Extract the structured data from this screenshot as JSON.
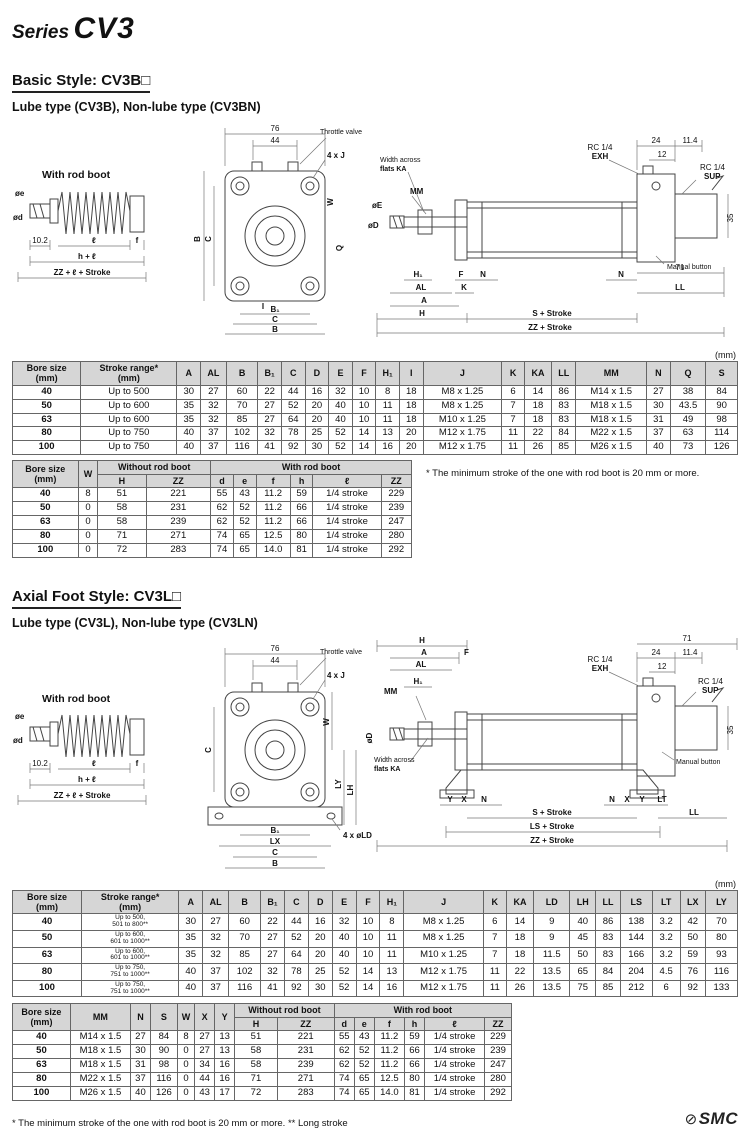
{
  "page": {
    "title_series": "Series",
    "title_model": "CV3",
    "unit_note": "(mm)",
    "rod_boot_note": "* The minimum stroke of the one with rod boot is 20 mm or more.",
    "bottom_note": "* The minimum stroke of the one with rod boot is 20 mm or more.  ** Long stroke",
    "logo_text": "SMC"
  },
  "basic": {
    "heading": "Basic Style: CV3B□",
    "subheading": "Lube type (CV3B), Non-lube type (CV3BN)",
    "drawing": {
      "with_rod_boot": "With rod boot",
      "oe": "øe",
      "od": "ød",
      "d102": "10.2",
      "l": "ℓ",
      "f": "f",
      "h_l": "h + ℓ",
      "zz_l_stroke": "ZZ + ℓ + Stroke",
      "d76": "76",
      "d44": "44",
      "throttle": "Throttle valve",
      "fourxj": "4 x J",
      "B": "B",
      "C": "C",
      "B1": "B₁",
      "C2": "C",
      "B2": "B",
      "W": "W",
      "Q": "Q",
      "I": "I",
      "waf1": "Width across",
      "waf2": "flats KA",
      "MM": "MM",
      "oE": "øE",
      "oD": "øD",
      "rc_exh1": "RC 1/4",
      "rc_exh2": "EXH",
      "rc_sup1": "RC 1/4",
      "rc_sup2": "SUP",
      "d24": "24",
      "d114": "11.4",
      "d12": "12",
      "d35": "35",
      "d71": "71",
      "manual": "Manual button",
      "H1": "H₁",
      "AL": "AL",
      "A": "A",
      "F": "F",
      "N": "N",
      "K": "K",
      "H": "H",
      "s_stroke": "S + Stroke",
      "N2": "N",
      "LL": "LL",
      "zz_stroke": "ZZ + Stroke"
    },
    "table1": {
      "header_rows": [
        [
          {
            "t": "Bore size\n(mm)"
          },
          {
            "t": "Stroke range*\n(mm)"
          },
          {
            "t": "A"
          },
          {
            "t": "AL"
          },
          {
            "t": "B"
          },
          {
            "t": "B₁"
          },
          {
            "t": "C"
          },
          {
            "t": "D"
          },
          {
            "t": "E"
          },
          {
            "t": "F"
          },
          {
            "t": "H₁"
          },
          {
            "t": "I"
          },
          {
            "t": "J"
          },
          {
            "t": "K"
          },
          {
            "t": "KA"
          },
          {
            "t": "LL"
          },
          {
            "t": "MM"
          },
          {
            "t": "N"
          },
          {
            "t": "Q"
          },
          {
            "t": "S"
          }
        ]
      ],
      "rows": [
        [
          "40",
          "Up to 500",
          "30",
          "27",
          "60",
          "22",
          "44",
          "16",
          "32",
          "10",
          "8",
          "18",
          "M8 x 1.25",
          "6",
          "14",
          "86",
          "M14 x 1.5",
          "27",
          "38",
          "84"
        ],
        [
          "50",
          "Up to 600",
          "35",
          "32",
          "70",
          "27",
          "52",
          "20",
          "40",
          "10",
          "11",
          "18",
          "M8 x 1.25",
          "7",
          "18",
          "83",
          "M18 x 1.5",
          "30",
          "43.5",
          "90"
        ],
        [
          "63",
          "Up to 600",
          "35",
          "32",
          "85",
          "27",
          "64",
          "20",
          "40",
          "10",
          "11",
          "18",
          "M10 x 1.25",
          "7",
          "18",
          "83",
          "M18 x 1.5",
          "31",
          "49",
          "98"
        ],
        [
          "80",
          "Up to 750",
          "40",
          "37",
          "102",
          "32",
          "78",
          "25",
          "52",
          "14",
          "13",
          "20",
          "M12 x 1.75",
          "11",
          "22",
          "84",
          "M22 x 1.5",
          "37",
          "63",
          "114"
        ],
        [
          "100",
          "Up to 750",
          "40",
          "37",
          "116",
          "41",
          "92",
          "30",
          "52",
          "14",
          "16",
          "20",
          "M12 x 1.75",
          "11",
          "26",
          "85",
          "M26 x 1.5",
          "40",
          "73",
          "126"
        ]
      ]
    },
    "table2": {
      "header_rows": [
        [
          {
            "t": "Bore size\n(mm)",
            "rs": 2
          },
          {
            "t": "W",
            "rs": 2
          },
          {
            "t": "Without rod boot",
            "cs": 2
          },
          {
            "t": "With rod boot",
            "cs": 6
          }
        ],
        [
          {
            "t": "H"
          },
          {
            "t": "ZZ"
          },
          {
            "t": "d"
          },
          {
            "t": "e"
          },
          {
            "t": "f"
          },
          {
            "t": "h"
          },
          {
            "t": "ℓ"
          },
          {
            "t": "ZZ"
          }
        ]
      ],
      "rows": [
        [
          "40",
          "8",
          "51",
          "221",
          "55",
          "43",
          "11.2",
          "59",
          "1/4 stroke",
          "229"
        ],
        [
          "50",
          "0",
          "58",
          "231",
          "62",
          "52",
          "11.2",
          "66",
          "1/4 stroke",
          "239"
        ],
        [
          "63",
          "0",
          "58",
          "239",
          "62",
          "52",
          "11.2",
          "66",
          "1/4 stroke",
          "247"
        ],
        [
          "80",
          "0",
          "71",
          "271",
          "74",
          "65",
          "12.5",
          "80",
          "1/4 stroke",
          "280"
        ],
        [
          "100",
          "0",
          "72",
          "283",
          "74",
          "65",
          "14.0",
          "81",
          "1/4 stroke",
          "292"
        ]
      ]
    }
  },
  "foot": {
    "heading": "Axial Foot Style: CV3L□",
    "subheading": "Lube type (CV3L), Non-lube type (CV3LN)",
    "drawing": {
      "with_rod_boot": "With rod boot",
      "oe": "øe",
      "od": "ød",
      "d102": "10.2",
      "l": "ℓ",
      "f": "f",
      "h_l": "h + ℓ",
      "zz_l_stroke": "ZZ + ℓ + Stroke",
      "d76": "76",
      "d44": "44",
      "throttle": "Throttle valve",
      "fourxj": "4 x J",
      "C": "C",
      "W": "W",
      "LY": "LY",
      "LH": "LH",
      "B1": "B₁",
      "LX": "LX",
      "C2": "C",
      "B": "B",
      "four_old": "4 x øLD",
      "H": "H",
      "A": "A",
      "AL": "AL",
      "F": "F",
      "MM": "MM",
      "H1": "H₁",
      "oD": "øD",
      "waf1": "Width across",
      "waf2": "flats KA",
      "rc_exh1": "RC 1/4",
      "rc_exh2": "EXH",
      "rc_sup1": "RC 1/4",
      "rc_sup2": "SUP",
      "d24": "24",
      "d114": "11.4",
      "d12": "12",
      "d71": "71",
      "d35": "35",
      "manual": "Manual button",
      "Y": "Y",
      "X": "X",
      "N": "N",
      "N2": "N",
      "X2": "X",
      "Y2": "Y",
      "LT": "LT",
      "s_stroke": "S + Stroke",
      "LL": "LL",
      "ls_stroke": "LS + Stroke",
      "zz_stroke": "ZZ + Stroke"
    },
    "table3": {
      "small_cols": [
        1
      ],
      "header_rows": [
        [
          {
            "t": "Bore size\n(mm)"
          },
          {
            "t": "Stroke range*\n(mm)"
          },
          {
            "t": "A"
          },
          {
            "t": "AL"
          },
          {
            "t": "B"
          },
          {
            "t": "B₁"
          },
          {
            "t": "C"
          },
          {
            "t": "D"
          },
          {
            "t": "E"
          },
          {
            "t": "F"
          },
          {
            "t": "H₁"
          },
          {
            "t": "J"
          },
          {
            "t": "K"
          },
          {
            "t": "KA"
          },
          {
            "t": "LD"
          },
          {
            "t": "LH"
          },
          {
            "t": "LL"
          },
          {
            "t": "LS"
          },
          {
            "t": "LT"
          },
          {
            "t": "LX"
          },
          {
            "t": "LY"
          }
        ]
      ],
      "rows": [
        [
          "40",
          "Up to 500,\n501 to 800**",
          "30",
          "27",
          "60",
          "22",
          "44",
          "16",
          "32",
          "10",
          "8",
          "M8 x 1.25",
          "6",
          "14",
          "9",
          "40",
          "86",
          "138",
          "3.2",
          "42",
          "70"
        ],
        [
          "50",
          "Up to 600,\n601 to 1000**",
          "35",
          "32",
          "70",
          "27",
          "52",
          "20",
          "40",
          "10",
          "11",
          "M8 x 1.25",
          "7",
          "18",
          "9",
          "45",
          "83",
          "144",
          "3.2",
          "50",
          "80"
        ],
        [
          "63",
          "Up to 600,\n601 to 1000**",
          "35",
          "32",
          "85",
          "27",
          "64",
          "20",
          "40",
          "10",
          "11",
          "M10 x 1.25",
          "7",
          "18",
          "11.5",
          "50",
          "83",
          "166",
          "3.2",
          "59",
          "93"
        ],
        [
          "80",
          "Up to 750,\n751 to 1000**",
          "40",
          "37",
          "102",
          "32",
          "78",
          "25",
          "52",
          "14",
          "13",
          "M12 x 1.75",
          "11",
          "22",
          "13.5",
          "65",
          "84",
          "204",
          "4.5",
          "76",
          "116"
        ],
        [
          "100",
          "Up to 750,\n751 to 1000**",
          "40",
          "37",
          "116",
          "41",
          "92",
          "30",
          "52",
          "14",
          "16",
          "M12 x 1.75",
          "11",
          "26",
          "13.5",
          "75",
          "85",
          "212",
          "6",
          "92",
          "133"
        ]
      ]
    },
    "table4": {
      "header_rows": [
        [
          {
            "t": "Bore size\n(mm)",
            "rs": 2
          },
          {
            "t": "MM",
            "rs": 2
          },
          {
            "t": "N",
            "rs": 2
          },
          {
            "t": "S",
            "rs": 2
          },
          {
            "t": "W",
            "rs": 2
          },
          {
            "t": "X",
            "rs": 2
          },
          {
            "t": "Y",
            "rs": 2
          },
          {
            "t": "Without rod boot",
            "cs": 2
          },
          {
            "t": "With rod boot",
            "cs": 6
          }
        ],
        [
          {
            "t": "H"
          },
          {
            "t": "ZZ"
          },
          {
            "t": "d"
          },
          {
            "t": "e"
          },
          {
            "t": "f"
          },
          {
            "t": "h"
          },
          {
            "t": "ℓ"
          },
          {
            "t": "ZZ"
          }
        ]
      ],
      "rows": [
        [
          "40",
          "M14 x 1.5",
          "27",
          "84",
          "8",
          "27",
          "13",
          "51",
          "221",
          "55",
          "43",
          "11.2",
          "59",
          "1/4 stroke",
          "229"
        ],
        [
          "50",
          "M18 x 1.5",
          "30",
          "90",
          "0",
          "27",
          "13",
          "58",
          "231",
          "62",
          "52",
          "11.2",
          "66",
          "1/4 stroke",
          "239"
        ],
        [
          "63",
          "M18 x 1.5",
          "31",
          "98",
          "0",
          "34",
          "16",
          "58",
          "239",
          "62",
          "52",
          "11.2",
          "66",
          "1/4 stroke",
          "247"
        ],
        [
          "80",
          "M22 x 1.5",
          "37",
          "116",
          "0",
          "44",
          "16",
          "71",
          "271",
          "74",
          "65",
          "12.5",
          "80",
          "1/4 stroke",
          "280"
        ],
        [
          "100",
          "M26 x 1.5",
          "40",
          "126",
          "0",
          "43",
          "17",
          "72",
          "283",
          "74",
          "65",
          "14.0",
          "81",
          "1/4 stroke",
          "292"
        ]
      ]
    }
  }
}
